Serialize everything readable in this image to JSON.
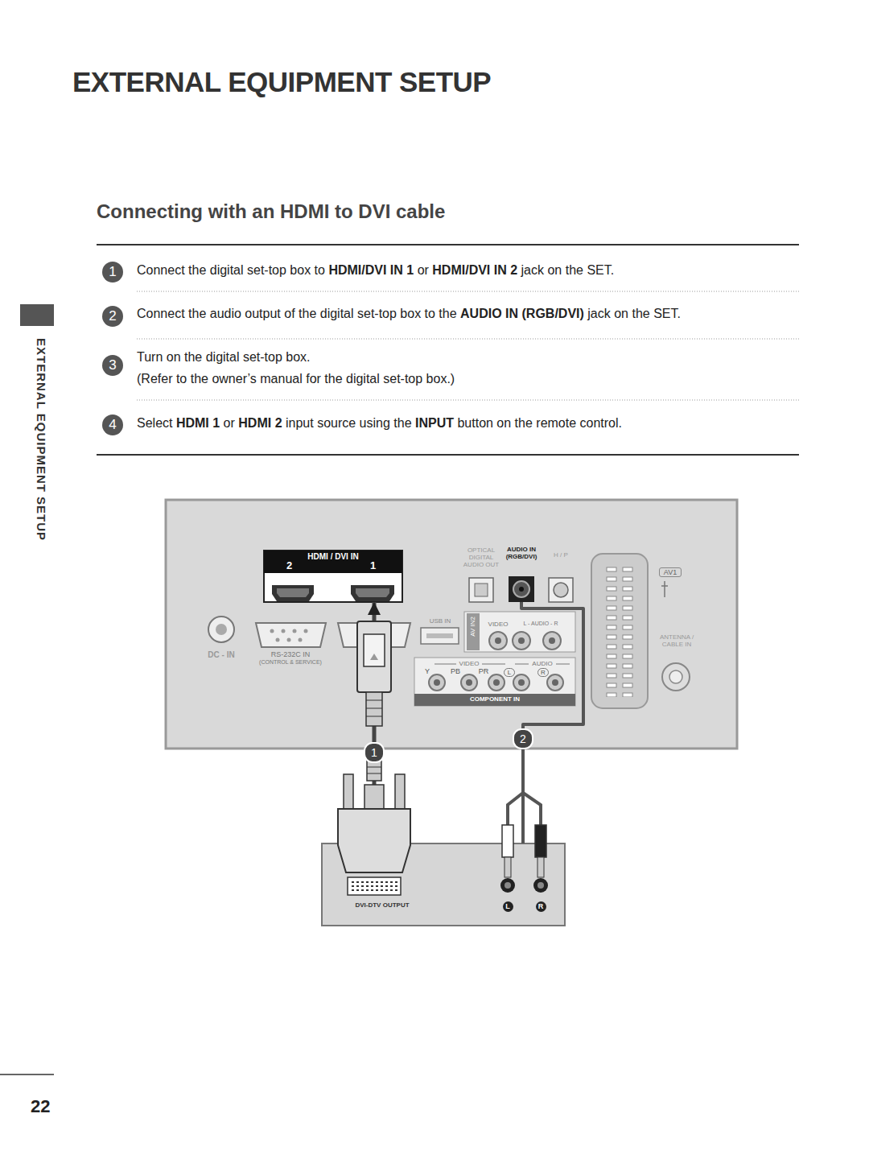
{
  "diagram": {
    "title": "EXTERNAL EQUIPMENT SETUP",
    "nodes": [
      {
        "text": [
          "HDMI / DVI IN",
          "2",
          "1"
        ]
      },
      {
        "text": [
          "AUDIO IN (RGB/DVI)"
        ]
      },
      {
        "text": [
          "DVI-DTV OUTPUT"
        ]
      }
    ],
    "edges": [
      {
        "from": 2,
        "to": 0,
        "arrow": "to",
        "label": "1"
      },
      {
        "from": 2,
        "to": 1,
        "arrow": "none",
        "label": "2"
      }
    ],
    "labels": [
      "1",
      "Connect the digital set-top box to",
      "HDMI/DVI IN 1",
      "or",
      "HDMI/DVI IN 2",
      "jack on the SET.",
      "2",
      "Connect the audio output of the digital set-top box to the",
      "AUDIO IN (RGB/DVI)",
      "jack on the SET.",
      "3",
      "Turn on the digital set-top box.",
      "(Refer to the owner’s manual for the digital set-top box.)",
      "4",
      "Select",
      "HDMI 1",
      "or",
      "HDMI 2",
      "input source using the",
      "INPUT",
      "button on the remote control.",
      "EXTERNAL EQUIPMENT SETUP",
      "OPTICAL DIGITAL AUDIO OUT",
      "H / P",
      "AV1",
      "DC - IN",
      "RS-232C IN",
      "(CONTROL & SERVICE)",
      "USB IN",
      "AV IN2",
      "VIDEO",
      "L - AUDIO - R",
      "ANTENNA / CABLE IN",
      "VIDEO",
      "AUDIO",
      "Y",
      "PB",
      "PR",
      "L",
      "R",
      "COMPONENT IN",
      "L",
      "R",
      "22",
      "Connecting with an HDMI to DVI cable"
    ]
  }
}
